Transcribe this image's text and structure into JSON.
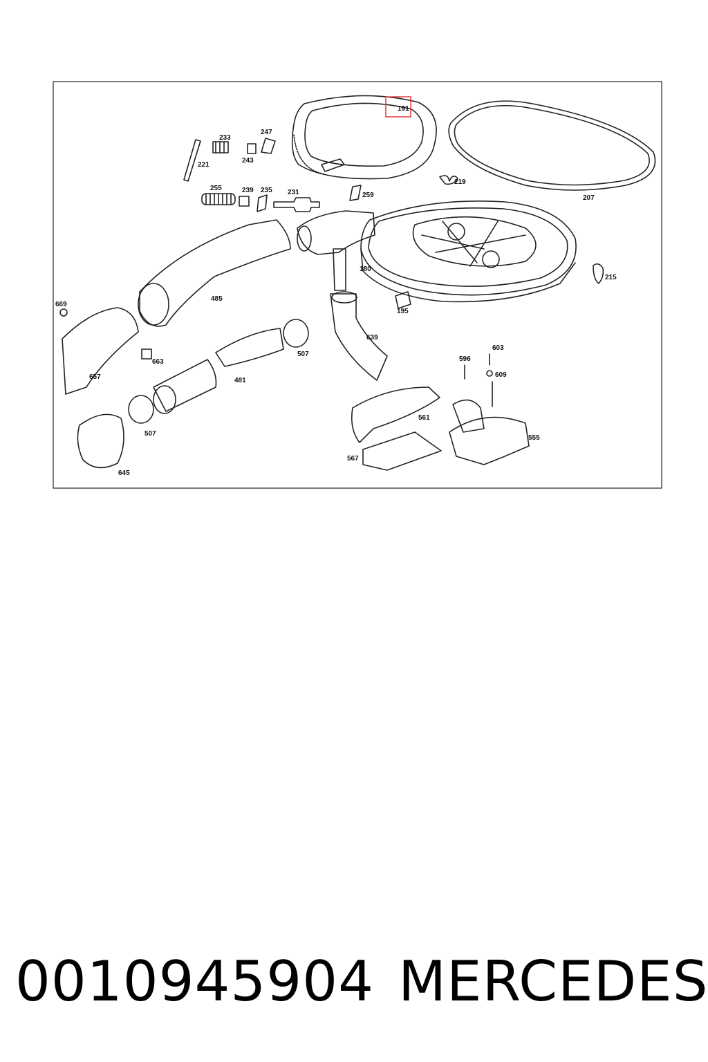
{
  "diagram": {
    "highlight_color": "#e23b3b",
    "highlighted_callout": "191",
    "callouts": [
      "191",
      "221",
      "233",
      "247",
      "243",
      "255",
      "239",
      "235",
      "231",
      "259",
      "219",
      "207",
      "215",
      "180",
      "195",
      "485",
      "669",
      "663",
      "657",
      "481",
      "507",
      "507",
      "639",
      "596",
      "603",
      "609",
      "561",
      "555",
      "567",
      "645"
    ]
  },
  "footer": {
    "part_number": "0010945904",
    "brand": "MERCEDES"
  }
}
